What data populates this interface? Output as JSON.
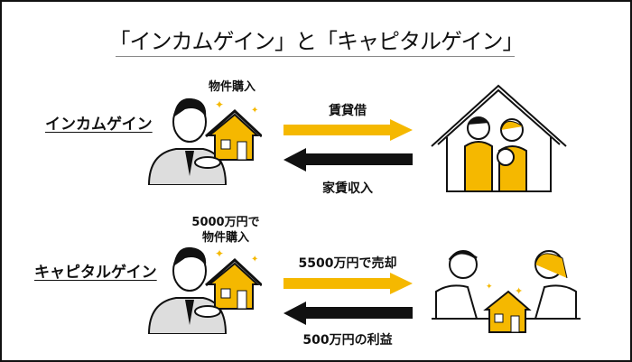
{
  "title": "「インカムゲイン」と「キャピタルゲイン」",
  "colors": {
    "accent": "#f5b800",
    "dark": "#111111"
  },
  "rows": [
    {
      "label": "インカムゲイン",
      "purchase_text": [
        "物件購入"
      ],
      "arrow_right_text": "賃貸借",
      "arrow_left_text": "家賃収入",
      "illustration_right": "family-in-house"
    },
    {
      "label": "キャピタルゲイン",
      "purchase_text": [
        "5000万円で",
        "物件購入"
      ],
      "arrow_right_text": "5500万円で売却",
      "arrow_left_text": "500万円の利益",
      "illustration_right": "couple-buying-house"
    }
  ]
}
